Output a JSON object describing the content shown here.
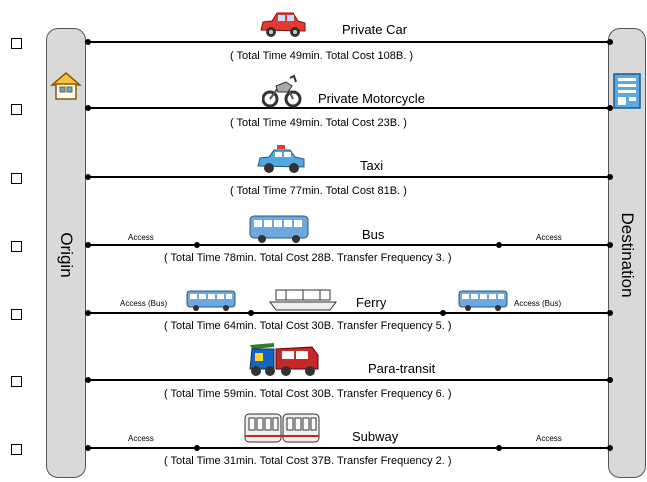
{
  "origin_label": "Origin",
  "destination_label": "Destination",
  "modes": [
    {
      "key": "car",
      "name": "Private Car",
      "summary": "( Total Time  49min.  Total Cost  108B. )",
      "access_left": "",
      "access_right": "",
      "icon": "car-icon"
    },
    {
      "key": "motorcycle",
      "name": "Private Motorcycle",
      "summary": "( Total Time  49min.  Total Cost  23B. )",
      "access_left": "",
      "access_right": "",
      "icon": "motorcycle-icon"
    },
    {
      "key": "taxi",
      "name": "Taxi",
      "summary": "( Total Time  77min.  Total Cost  81B. )",
      "access_left": "",
      "access_right": "",
      "icon": "taxi-icon"
    },
    {
      "key": "bus",
      "name": "Bus",
      "summary": "( Total Time  78min.  Total Cost  28B.  Transfer Frequency  3. )",
      "access_left": "Access",
      "access_right": "Access",
      "icon": "bus-icon"
    },
    {
      "key": "ferry",
      "name": "Ferry",
      "summary": "( Total Time  64min.  Total Cost  30B.  Transfer Frequency  5. )",
      "access_left": "Access (Bus)",
      "access_right": "Access (Bus)",
      "icon": "ferry-icon"
    },
    {
      "key": "paratransit",
      "name": "Para-transit",
      "summary": "( Total Time  59min.  Total Cost  30B.  Transfer Frequency  6. )",
      "access_left": "",
      "access_right": "",
      "icon": "paratransit-icon"
    },
    {
      "key": "subway",
      "name": "Subway",
      "summary": "( Total Time  31min.  Total Cost  37B.  Transfer Frequency  2. )",
      "access_left": "Access",
      "access_right": "Access",
      "icon": "subway-icon"
    }
  ],
  "colors": {
    "car": "#e53935",
    "taxi": "#4fa9e0",
    "bus": "#6fa8dc",
    "paratransit": "#c62828",
    "panel": "#d9d9d9"
  }
}
